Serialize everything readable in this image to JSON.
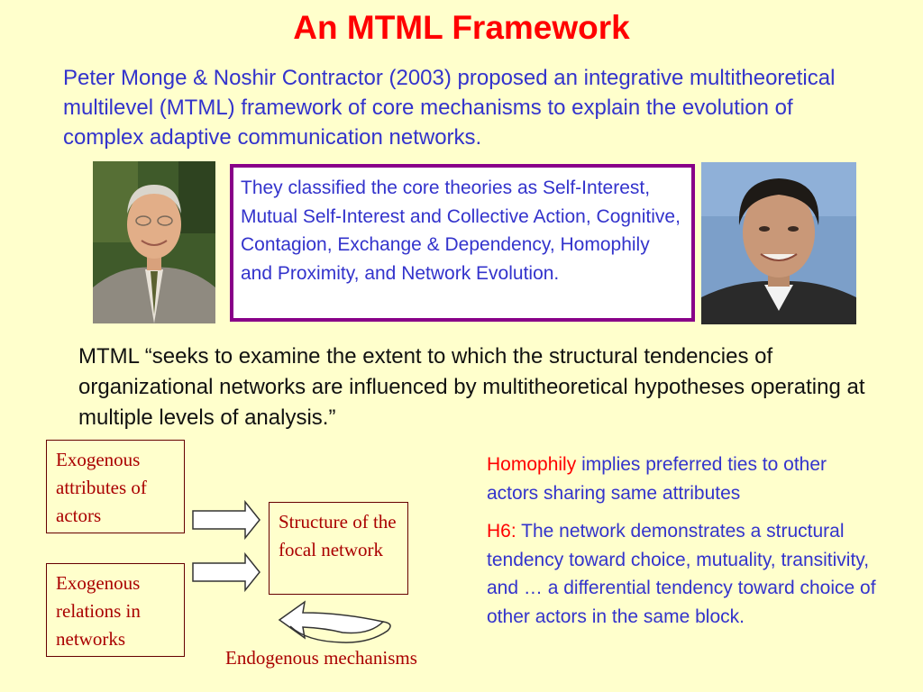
{
  "slide": {
    "title": "An MTML Framework",
    "intro": "Peter Monge & Noshir Contractor (2003) proposed an integrative multitheoretical multilevel (MTML) framework of core mechanisms to explain the evolution of complex adaptive communication networks.",
    "theory_box": "They classified the core theories as Self-Interest, Mutual Self-Interest and Collective Action, Cognitive, Contagion, Exchange & Dependency, Homophily and Proximity, and Network Evolution.",
    "quote": "MTML “seeks to examine the extent to which the structural tendencies of organizational networks are influenced by multitheoretical hypotheses operating at multiple levels of analysis.”",
    "diagram": {
      "box_attrs": "Exogenous attributes of actors",
      "box_relations": "Exogenous relations in networks",
      "box_structure": "Structure of the focal network",
      "endogenous_label": "Endogenous mechanisms"
    },
    "homophily": {
      "term": "Homophily",
      "text": "implies preferred ties to other actors sharing same attributes"
    },
    "h6": {
      "label": "H6:",
      "text": "The network demonstrates a structural tendency toward choice, mutuality, transitivity, and … a differential tendency toward choice of other actors in the same block."
    }
  },
  "colors": {
    "background": "#FFFFCC",
    "title": "#FF0000",
    "body_text": "#3333CC",
    "box_border": "#880088",
    "diagram_text": "#AA0000"
  }
}
